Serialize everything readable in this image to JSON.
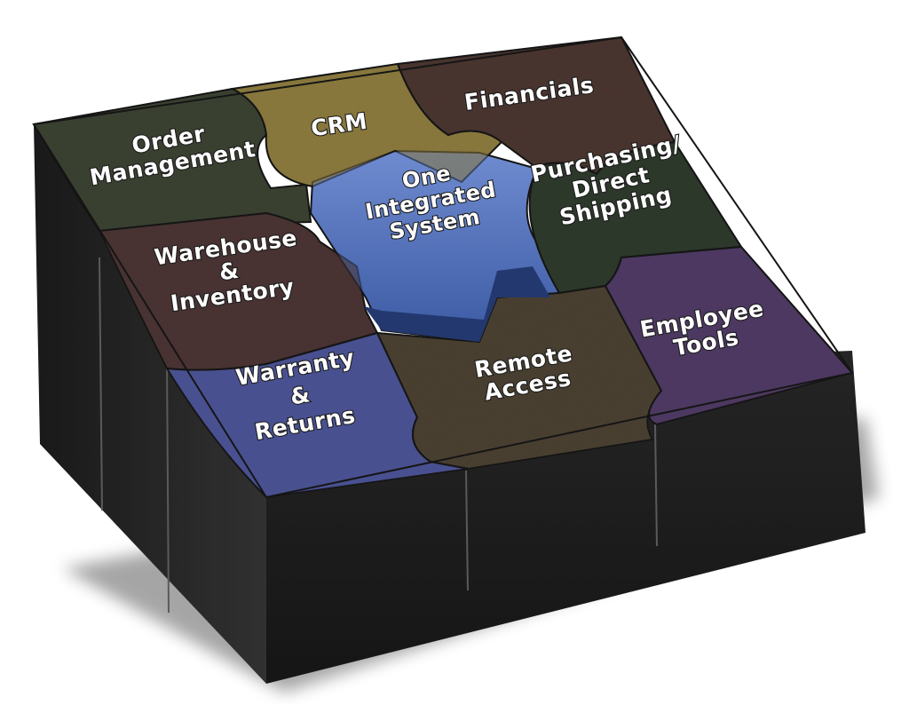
{
  "pieces": [
    {
      "id": "order-management",
      "lines": [
        "Order",
        "Management"
      ],
      "color": "#3b4232"
    },
    {
      "id": "crm",
      "lines": [
        "CRM"
      ],
      "color": "#8b7a3e"
    },
    {
      "id": "financials",
      "lines": [
        "Financials"
      ],
      "color": "#4a3530"
    },
    {
      "id": "warehouse-inventory",
      "lines": [
        "Warehouse",
        "&",
        "Inventory"
      ],
      "color": "#4a3433"
    },
    {
      "id": "one-integrated-system",
      "lines": [
        "One",
        "Integrated",
        "System"
      ],
      "color": "#3f5fa8"
    },
    {
      "id": "purchasing-direct-shipping",
      "lines": [
        "Purchasing/",
        "Direct",
        "Shipping"
      ],
      "color": "#2e3a2c"
    },
    {
      "id": "warranty-returns",
      "lines": [
        "Warranty",
        "&",
        "Returns"
      ],
      "color": "#4b5394"
    },
    {
      "id": "remote-access",
      "lines": [
        "Remote",
        "Access"
      ],
      "color": "#4a4132"
    },
    {
      "id": "employee-tools",
      "lines": [
        "Employee",
        "Tools"
      ],
      "color": "#4e3a63"
    }
  ]
}
